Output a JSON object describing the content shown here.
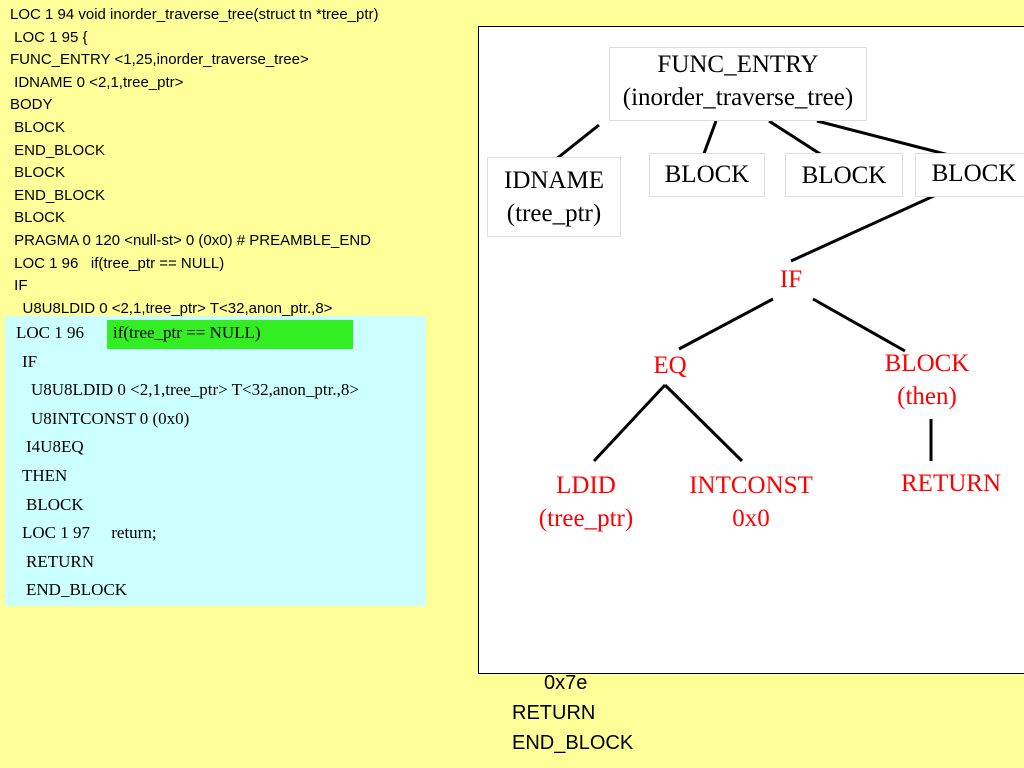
{
  "listing": [
    "LOC 1 94 void inorder_traverse_tree(struct tn *tree_ptr)",
    " LOC 1 95 {",
    "FUNC_ENTRY <1,25,inorder_traverse_tree>",
    " IDNAME 0 <2,1,tree_ptr>",
    "BODY",
    " BLOCK",
    " END_BLOCK",
    " BLOCK",
    " END_BLOCK",
    " BLOCK",
    " PRAGMA 0 120 <null-st> 0 (0x0) # PREAMBLE_END",
    " LOC 1 96   if(tree_ptr == NULL)",
    " IF",
    "   U8U8LDID 0 <2,1,tree_ptr> T<32,anon_ptr.,8>"
  ],
  "zoom_box": {
    "loc_line": "LOC 1 96",
    "highlight": "if(tree_ptr == NULL)",
    "lines": [
      "IF",
      "U8U8LDID 0 <2,1,tree_ptr> T<32,anon_ptr.,8>",
      "U8INTCONST 0 (0x0)",
      "I4U8EQ",
      "THEN",
      "BLOCK",
      "LOC 1 97     return;",
      "RETURN",
      "END_BLOCK"
    ]
  },
  "bottom_listing": [
    "0x7e",
    "RETURN",
    "END_BLOCK"
  ],
  "tree": {
    "func_entry": {
      "line1": "FUNC_ENTRY",
      "line2": "(inorder_traverse_tree)"
    },
    "idname": {
      "line1": "IDNAME",
      "line2": "(tree_ptr)"
    },
    "block1": "BLOCK",
    "block2": "BLOCK",
    "block3": "BLOCK",
    "if_node": "IF",
    "eq_node": "EQ",
    "block_then": {
      "line1": "BLOCK",
      "line2": "(then)"
    },
    "ldid": {
      "line1": "LDID",
      "line2": "(tree_ptr)"
    },
    "intconst": {
      "line1": "INTCONST",
      "line2": "0x0"
    },
    "return_node": "RETURN"
  },
  "colors": {
    "background": "#ffff99",
    "zoom_box": "#ccffff",
    "highlight": "#33ee22",
    "red_nodes": "#ff0000"
  }
}
